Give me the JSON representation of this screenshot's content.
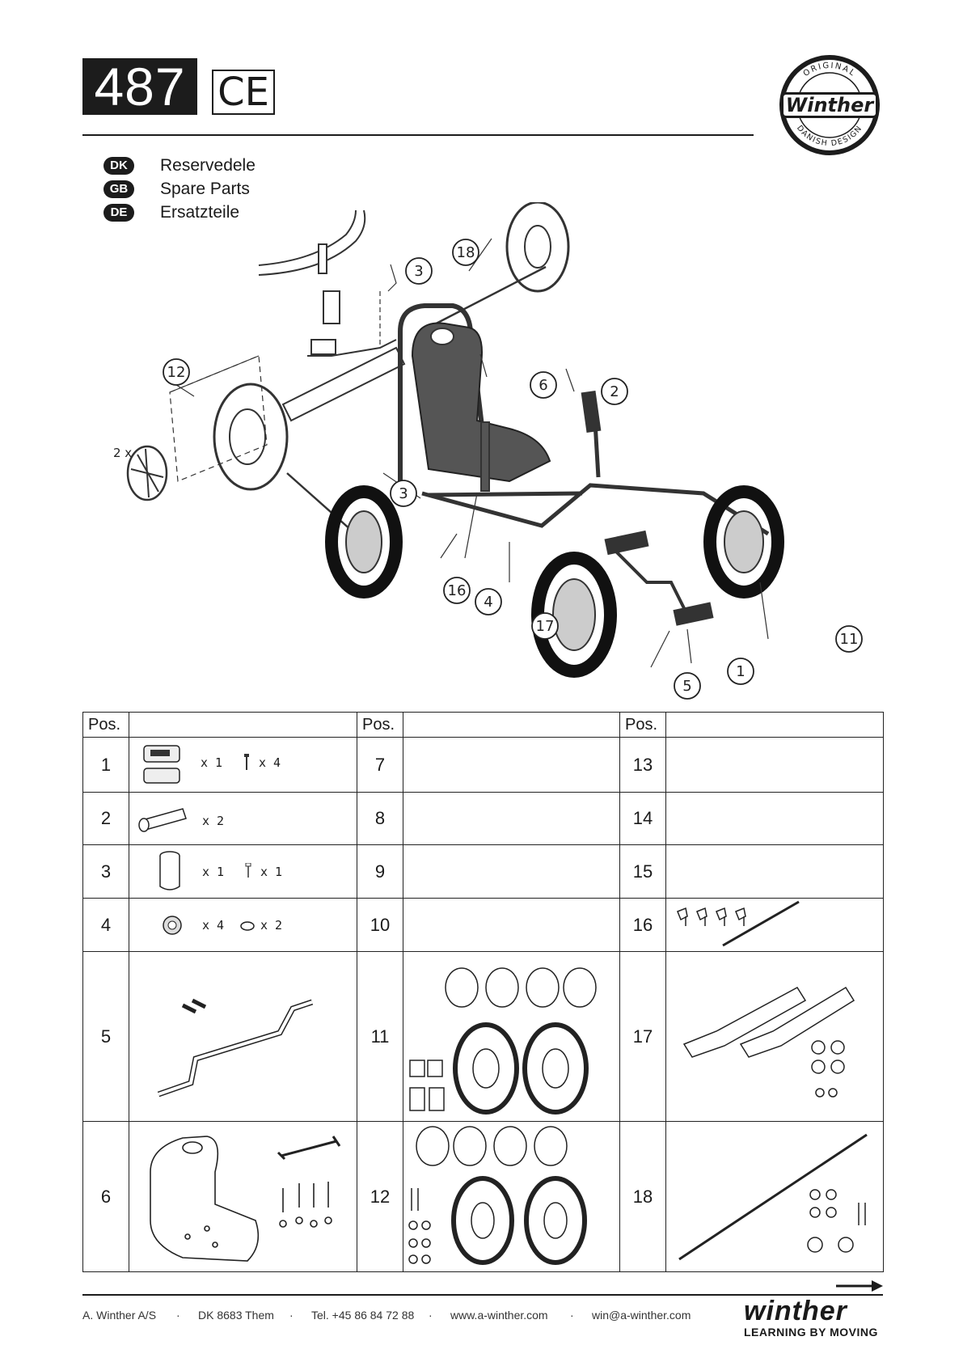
{
  "header": {
    "model_number": "487",
    "ce_mark": "CE",
    "logo": {
      "top_text": "ORIGINAL",
      "brand": "Winther",
      "bottom_text": "DANISH DESIGN"
    }
  },
  "languages": [
    {
      "code": "DK",
      "label": "Reservedele"
    },
    {
      "code": "GB",
      "label": "Spare Parts"
    },
    {
      "code": "DE",
      "label": "Ersatzteile"
    }
  ],
  "diagram": {
    "callouts": [
      "18",
      "3",
      "12",
      "2 x",
      "6",
      "2",
      "3",
      "16",
      "4",
      "17",
      "11",
      "5",
      "1"
    ]
  },
  "table": {
    "pos_header": "Pos.",
    "rows": [
      {
        "a": {
          "pos": "1",
          "q1": "x 1",
          "q2": "x 4"
        },
        "b": {
          "pos": "7"
        },
        "c": {
          "pos": "13"
        }
      },
      {
        "a": {
          "pos": "2",
          "q1": "x 2"
        },
        "b": {
          "pos": "8"
        },
        "c": {
          "pos": "14"
        }
      },
      {
        "a": {
          "pos": "3",
          "q1": "x 1",
          "q2": "x 1"
        },
        "b": {
          "pos": "9"
        },
        "c": {
          "pos": "15"
        }
      },
      {
        "a": {
          "pos": "4",
          "q1": "x 4",
          "q2": "x 2"
        },
        "b": {
          "pos": "10"
        },
        "c": {
          "pos": "16"
        }
      },
      {
        "a": {
          "pos": "5"
        },
        "b": {
          "pos": "11"
        },
        "c": {
          "pos": "17"
        }
      },
      {
        "a": {
          "pos": "6"
        },
        "b": {
          "pos": "12"
        },
        "c": {
          "pos": "18"
        }
      }
    ]
  },
  "footer": {
    "company": "A. Winther A/S",
    "address": "DK 8683 Them",
    "phone": "Tel. +45 86 84 72 88",
    "web": "www.a-winther.com",
    "email": "win@a-winther.com",
    "separator": "·",
    "brand": "winther",
    "tagline": "LEARNING BY MOVING"
  }
}
